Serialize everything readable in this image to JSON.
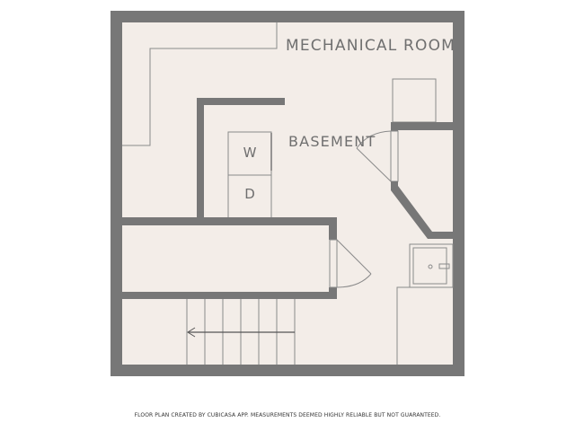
{
  "floor_plan": {
    "rooms": [
      {
        "id": "mechanical-room",
        "label": "MECHANICAL ROOM"
      },
      {
        "id": "basement",
        "label": "BASEMENT"
      }
    ],
    "appliances": {
      "washer": "W",
      "dryer": "D"
    },
    "colors": {
      "wall": "#777777",
      "floor": "#f3ede8",
      "line": "#8a8a8a",
      "text": "#6f6f6f",
      "background": "#ffffff"
    }
  },
  "footer": {
    "disclaimer": "FLOOR PLAN CREATED BY CUBICASA APP. MEASUREMENTS DEEMED HIGHLY RELIABLE BUT NOT GUARANTEED."
  }
}
